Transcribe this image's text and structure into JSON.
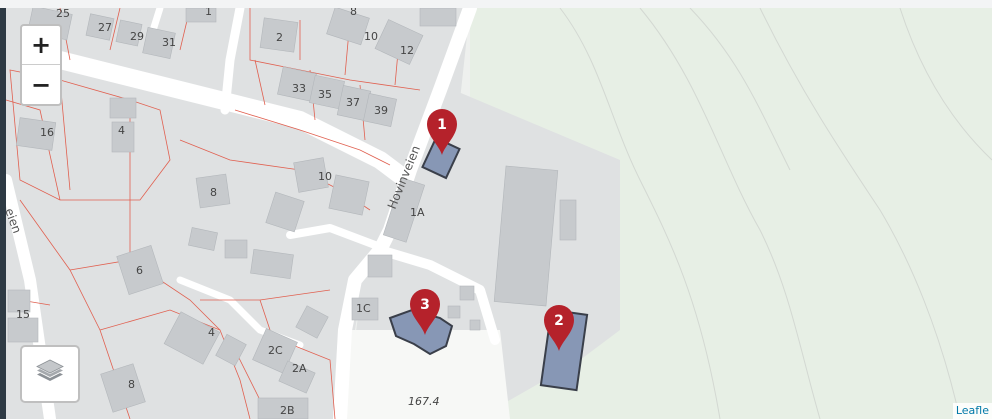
{
  "map": {
    "zoom_in_label": "+",
    "zoom_out_label": "−",
    "attribution": "Leaflet",
    "attribution_visible": "Leafle",
    "road_labels": {
      "hovinveien": "Hovinveien",
      "left_road": "eien"
    },
    "elevation": "167.4",
    "house_numbers": {
      "n25": "25",
      "n27": "27",
      "n29": "29",
      "n31": "31",
      "n1": "1",
      "n2": "2",
      "n8top": "8",
      "n10top": "10",
      "n12": "12",
      "n33": "33",
      "n35": "35",
      "n37": "37",
      "n39": "39",
      "n16": "16",
      "n4top": "4",
      "n8mid": "8",
      "n10mid": "10",
      "n1a": "1A",
      "n6": "6",
      "n1c": "1C",
      "n4bot": "4",
      "n15": "15",
      "n2c": "2C",
      "n2a": "2A",
      "n8bot": "8",
      "n2b": "2B"
    },
    "markers": [
      {
        "number": "1",
        "color": "#b5222b"
      },
      {
        "number": "2",
        "color": "#b5222b"
      },
      {
        "number": "3",
        "color": "#b5222b"
      }
    ],
    "colors": {
      "background": "#eef0ee",
      "forest": "#e6efe4",
      "block": "#dfe1e2",
      "building": "#c7cacd",
      "highlight_building": "#8797b5",
      "parcel_line": "#e06050",
      "road": "#ffffff",
      "marker": "#b5222b"
    }
  }
}
